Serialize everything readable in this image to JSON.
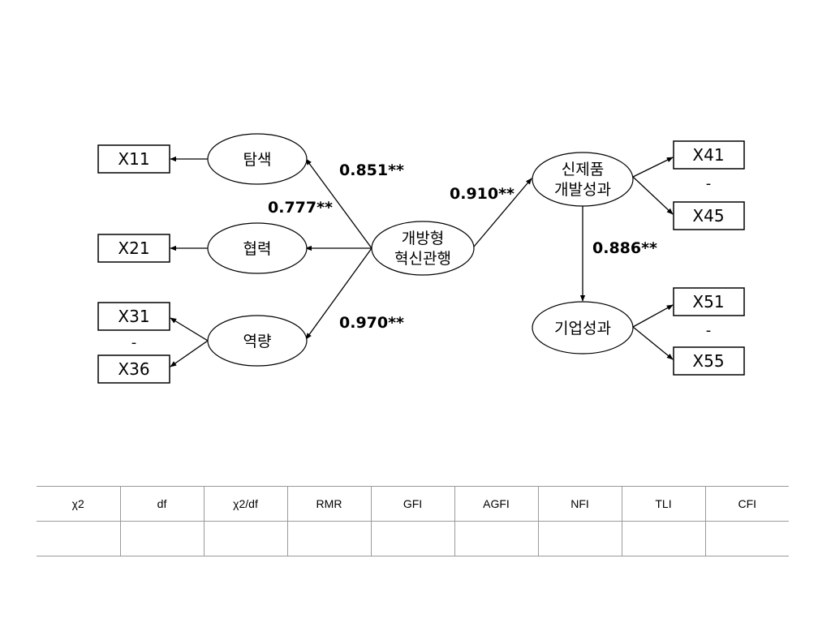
{
  "diagram": {
    "boxes": {
      "x11": "X11",
      "x21": "X21",
      "x31": "X31",
      "x31_dash": "-",
      "x36": "X36",
      "x41": "X41",
      "x41_dash": "-",
      "x45": "X45",
      "x51": "X51",
      "x51_dash": "-",
      "x55": "X55"
    },
    "nodes": {
      "exploration": "탐색",
      "cooperation": "협력",
      "capability": "역량",
      "open_innovation_line1": "개방형",
      "open_innovation_line2": "혁신관행",
      "new_product_line1": "신제품",
      "new_product_line2": "개발성과",
      "firm_performance": "기업성과"
    },
    "coefficients": {
      "exploration": "0.851**",
      "cooperation": "0.777**",
      "capability": "0.970**",
      "new_product": "0.910**",
      "firm_performance": "0.886**"
    }
  },
  "fit_table": {
    "headers": [
      "χ2",
      "df",
      "χ2/df",
      "RMR",
      "GFI",
      "AGFI",
      "NFI",
      "TLI",
      "CFI"
    ],
    "values": [
      "",
      "",
      "",
      "",
      "",
      "",
      "",
      "",
      ""
    ]
  }
}
